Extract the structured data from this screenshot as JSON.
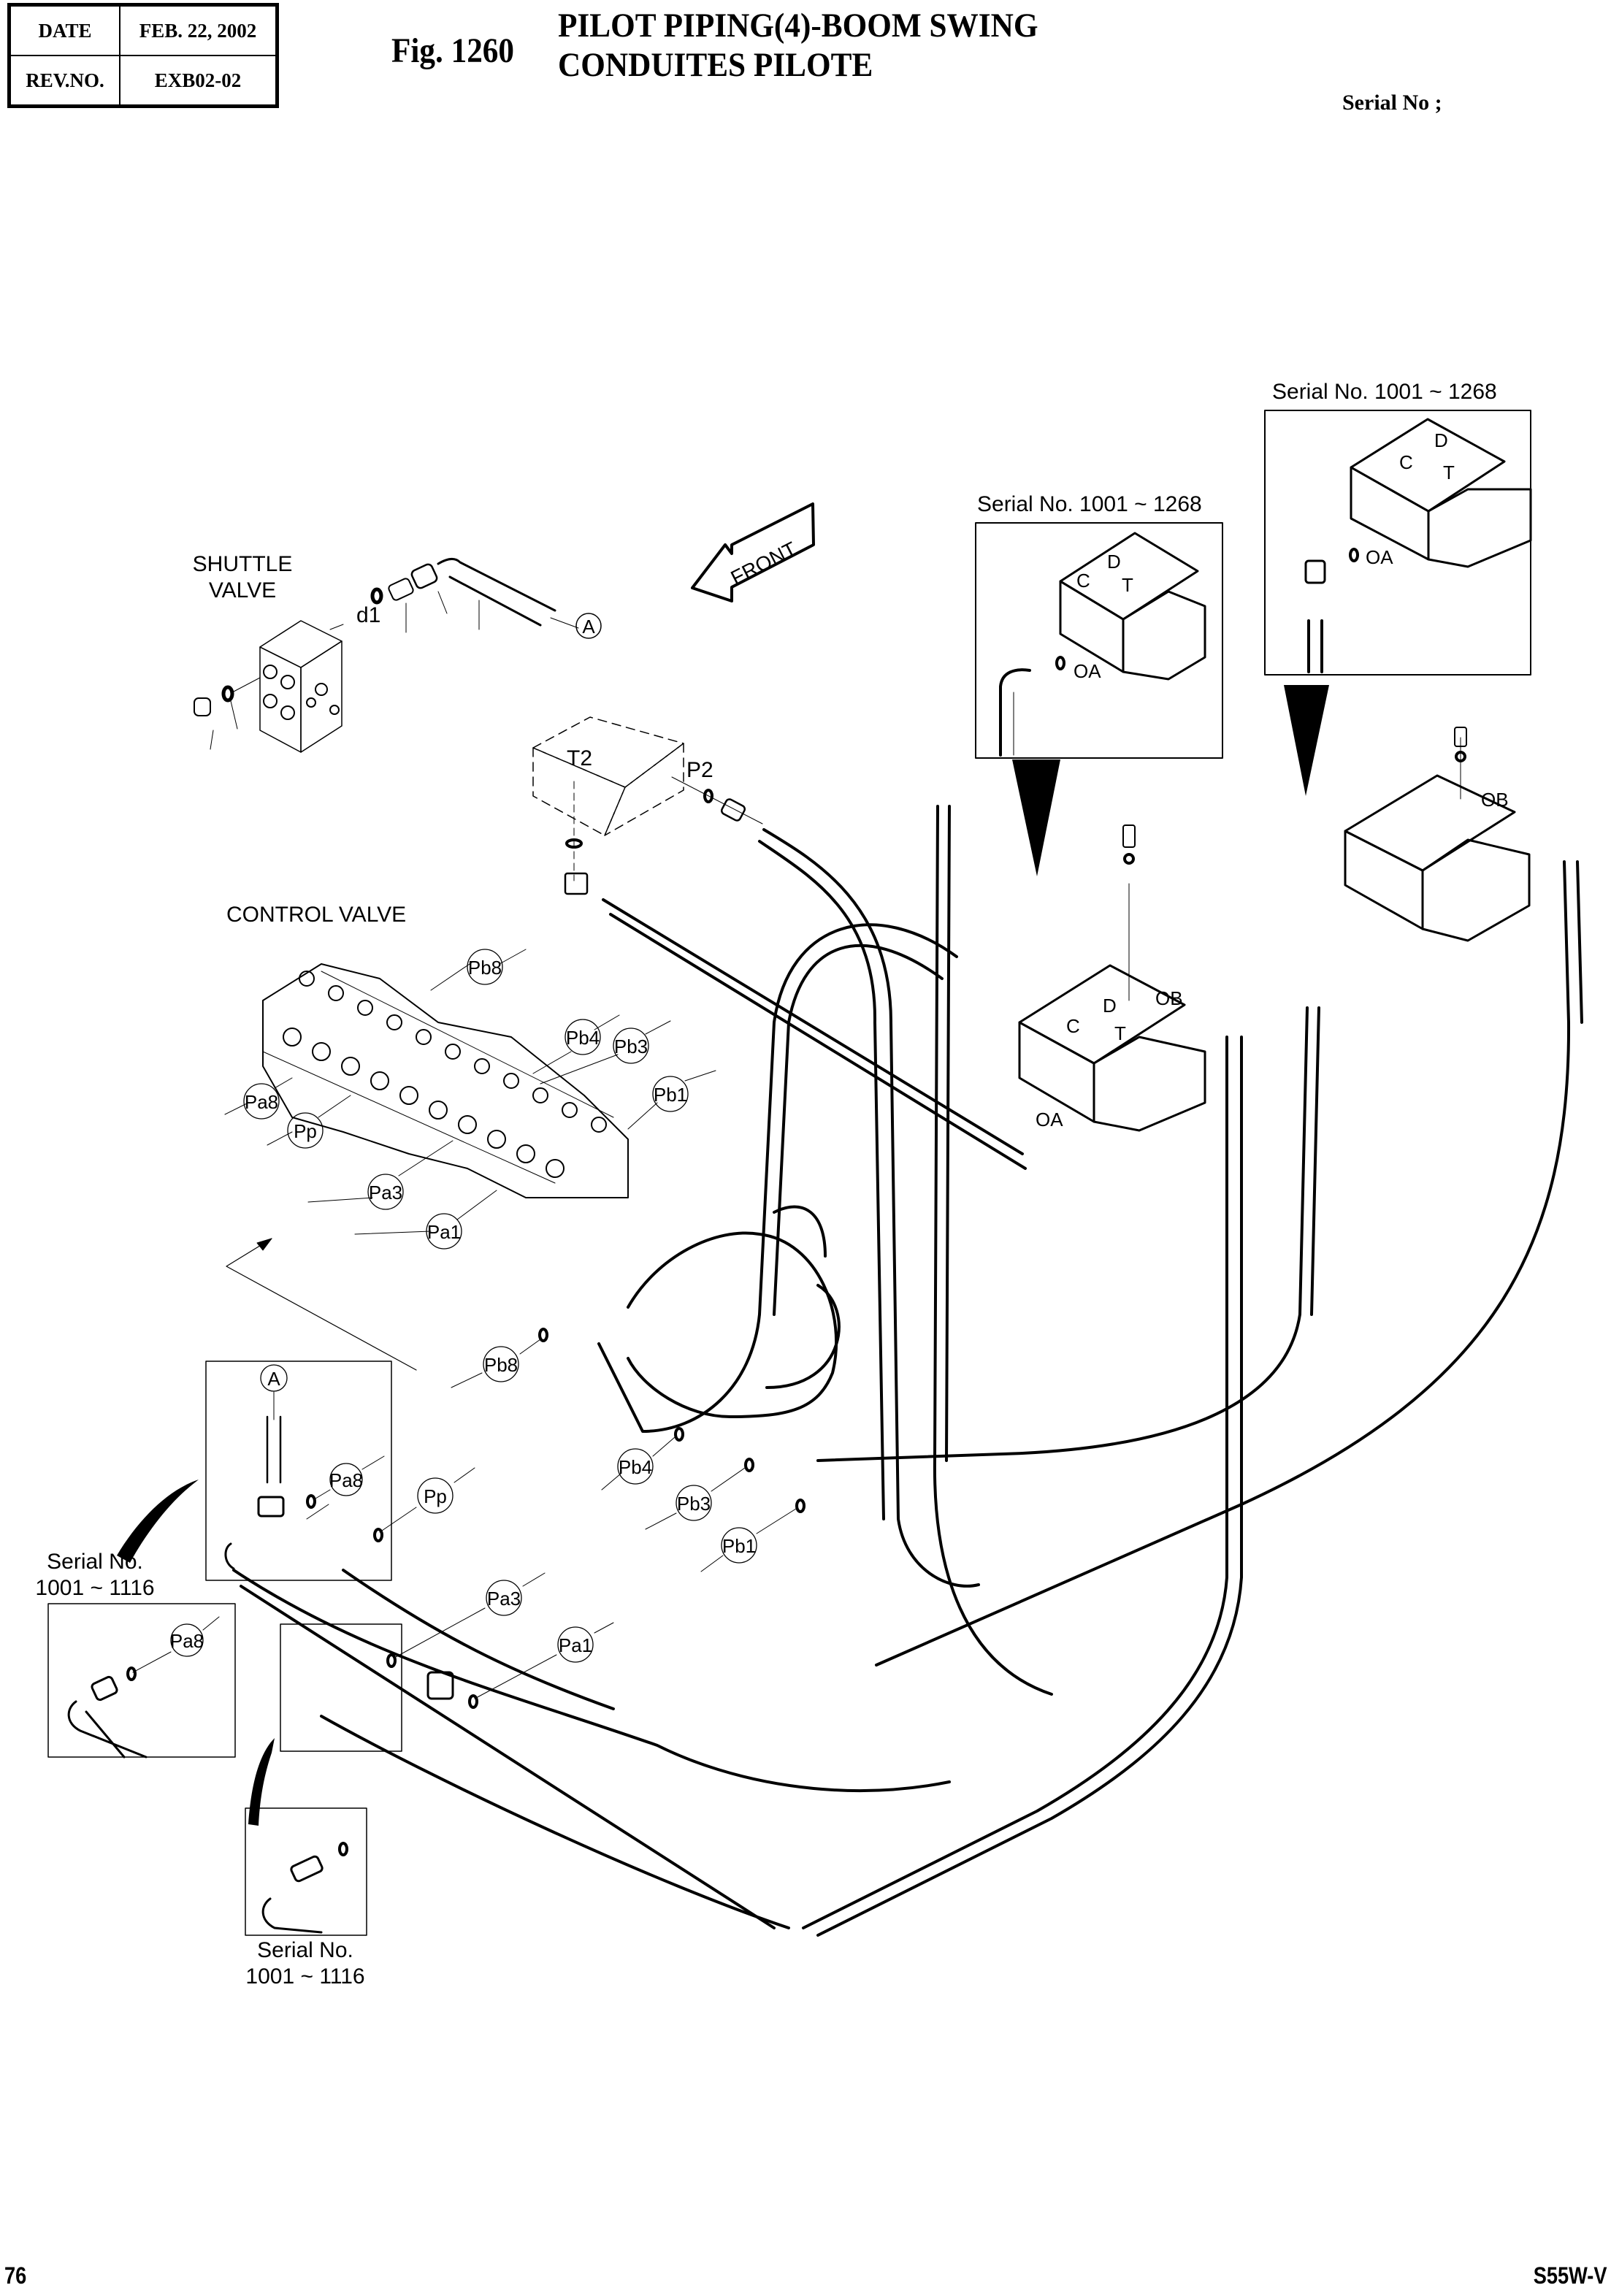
{
  "header": {
    "date_label": "DATE",
    "date_value": "FEB. 22, 2002",
    "rev_label": "REV.NO.",
    "rev_value": "EXB02-02",
    "figure_number": "Fig. 1260",
    "title_line1": "PILOT PIPING(4)-BOOM SWING",
    "title_line2": "CONDUITES PILOTE",
    "serial_label": "Serial No ;"
  },
  "footer": {
    "page_number": "76",
    "model": "S55W-V"
  },
  "labels": {
    "shuttle_valve_line1": "SHUTTLE",
    "shuttle_valve_line2": "VALVE",
    "control_valve": "CONTROL VALVE",
    "front_arrow": "FRONT",
    "port_d1": "d1",
    "port_t2": "T2",
    "port_p2": "P2",
    "port_c": "C",
    "port_d": "D",
    "port_t": "T",
    "port_oa": "OA",
    "port_ob": "OB"
  },
  "callouts": {
    "a": "A",
    "pb8": "Pb8",
    "pb4": "Pb4",
    "pb3": "Pb3",
    "pb1": "Pb1",
    "pa8": "Pa8",
    "pp": "Pp",
    "pa3": "Pa3",
    "pa1": "Pa1"
  },
  "insets": {
    "serial_1268": "Serial No. 1001 ~ 1268",
    "serial_1116_line1": "Serial No.",
    "serial_1116_line2": "1001 ~ 1116"
  }
}
